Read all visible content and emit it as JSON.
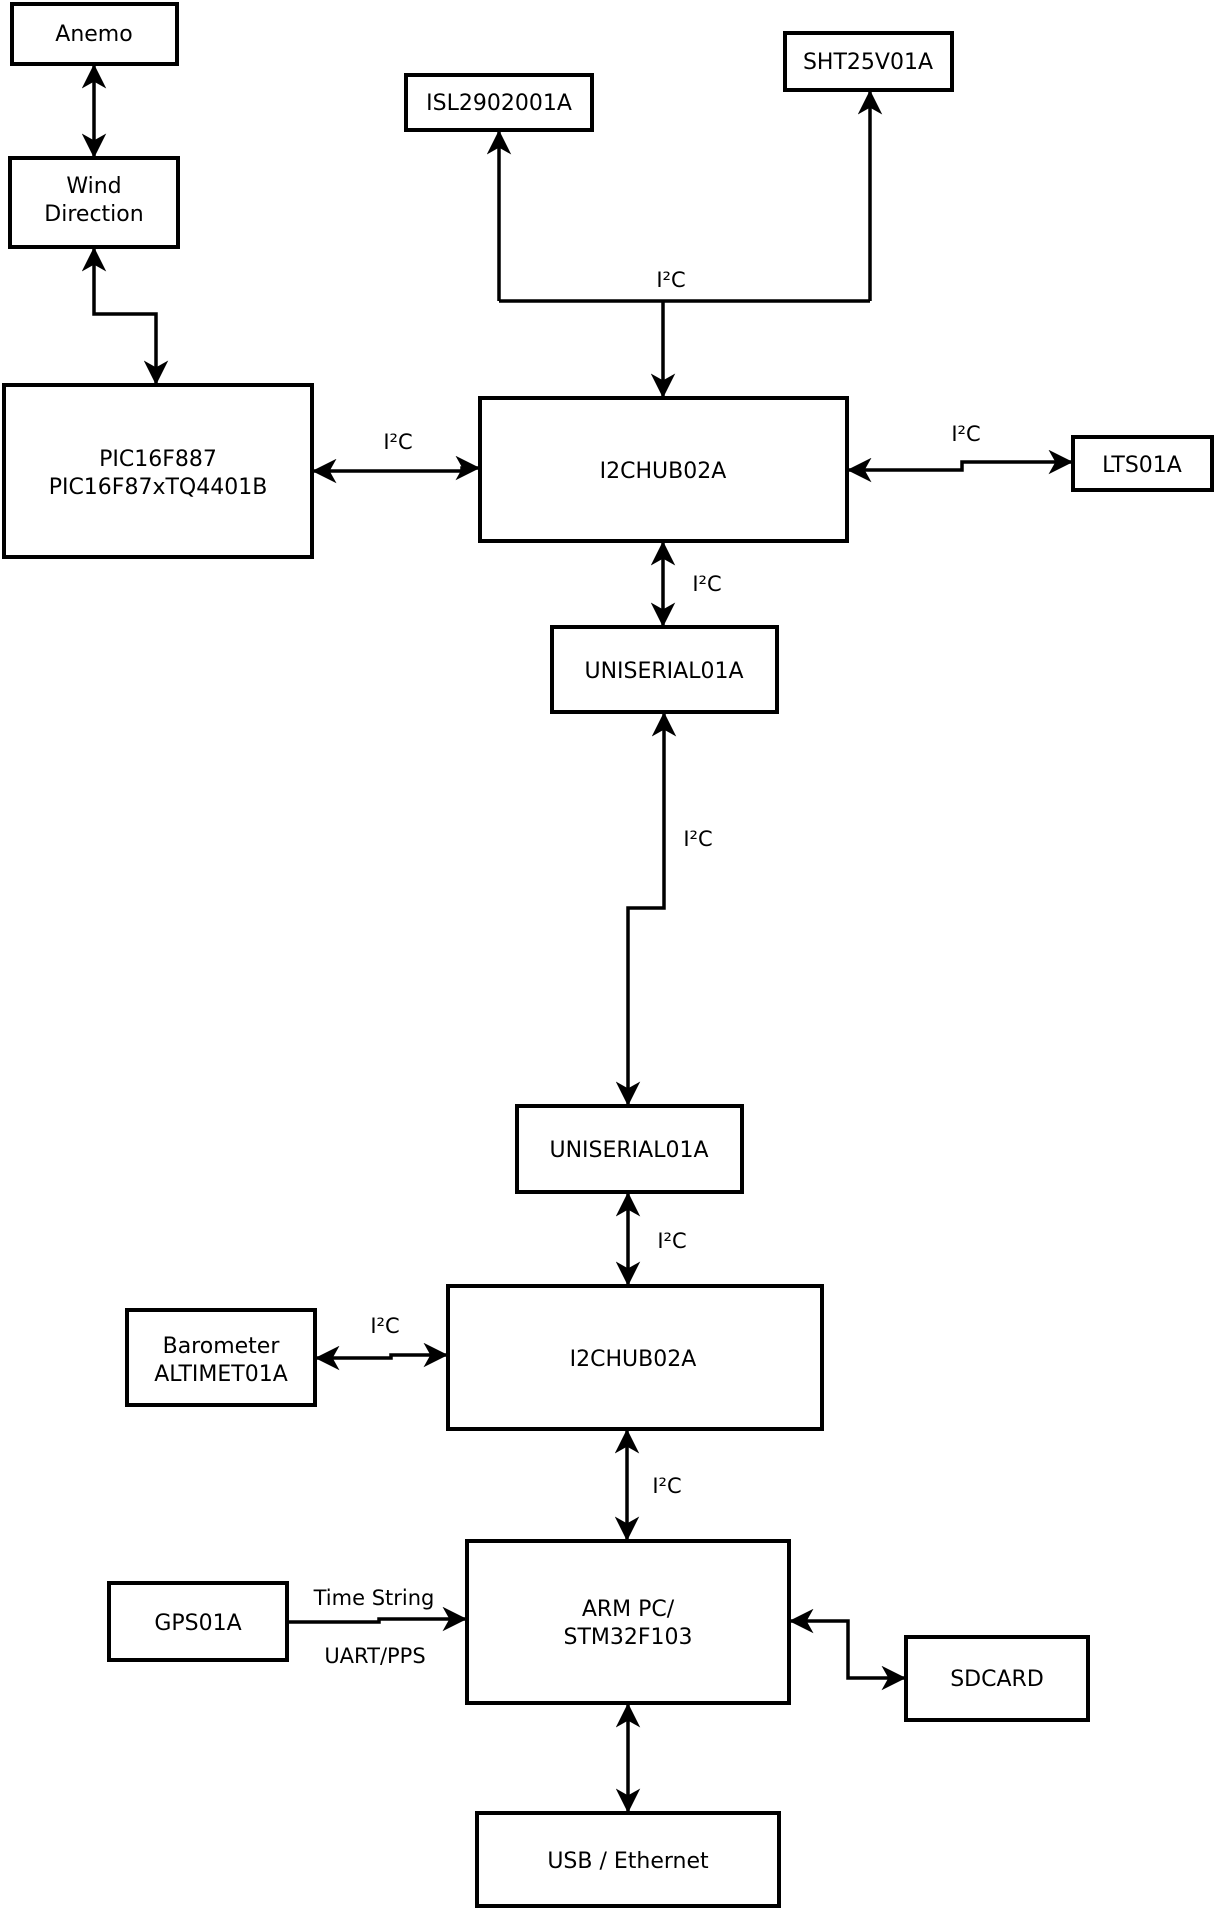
{
  "diagram_type": "block-diagram",
  "nodes": {
    "anemo": {
      "label": "Anemo"
    },
    "wind_direction": {
      "line1": "Wind",
      "line2": "Direction"
    },
    "pic": {
      "line1": "PIC16F887",
      "line2": "PIC16F87xTQ4401B"
    },
    "isl": {
      "label": "ISL2902001A"
    },
    "sht": {
      "label": "SHT25V01A"
    },
    "i2c_hub_upper": {
      "label": "I2CHUB02A"
    },
    "lts": {
      "label": "LTS01A"
    },
    "uniserial_upper": {
      "label": "UNISERIAL01A"
    },
    "uniserial_lower": {
      "label": "UNISERIAL01A"
    },
    "i2c_hub_lower": {
      "label": "I2CHUB02A"
    },
    "barometer": {
      "line1": "Barometer",
      "line2": "ALTIMET01A"
    },
    "gps": {
      "label": "GPS01A"
    },
    "arm_pc": {
      "line1": "ARM PC/",
      "line2": "STM32F103"
    },
    "sdcard": {
      "label": "SDCARD"
    },
    "usb_ethernet": {
      "label": "USB / Ethernet"
    }
  },
  "edge_labels": {
    "bus_top": "I²C",
    "pic_hub": "I²C",
    "hub_lts": "I²C",
    "hub_uniserial": "I²C",
    "uniserial_link": "I²C",
    "uniserial_hub2": "I²C",
    "barometer_hub2": "I²C",
    "hub2_arm": "I²C",
    "gps_arm_top": "Time String",
    "gps_arm_bottom": "UART/PPS"
  },
  "colors": {
    "line": "#000000",
    "box_fill": "#ffffff",
    "background": "#ffffff",
    "text": "#000000"
  }
}
